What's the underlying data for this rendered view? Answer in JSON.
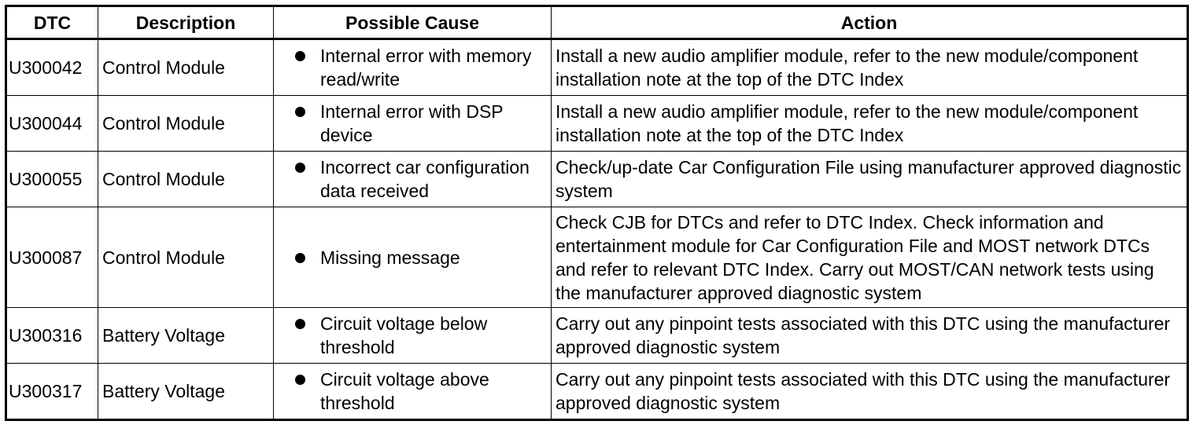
{
  "table": {
    "headers": [
      "DTC",
      "Description",
      "Possible Cause",
      "Action"
    ],
    "rows": [
      {
        "dtc": "U300042",
        "description": "Control Module",
        "cause": "Internal error with memory read/write",
        "action": "Install a new audio amplifier module, refer to the new module/component installation note at the top of the DTC Index"
      },
      {
        "dtc": "U300044",
        "description": "Control Module",
        "cause": "Internal error with DSP device",
        "action": "Install a new audio amplifier module, refer to the new module/component installation note at the top of the DTC Index"
      },
      {
        "dtc": "U300055",
        "description": "Control Module",
        "cause": "Incorrect car configuration data received",
        "action": "Check/up-date Car Configuration File using manufacturer approved diagnostic system"
      },
      {
        "dtc": "U300087",
        "description": "Control Module",
        "cause": "Missing message",
        "action": "Check CJB for DTCs and refer to DTC Index. Check information and entertainment module for Car Configuration File and MOST network DTCs and refer to relevant DTC Index. Carry out MOST/CAN network tests using the manufacturer approved diagnostic system"
      },
      {
        "dtc": "U300316",
        "description": "Battery Voltage",
        "cause": "Circuit voltage below threshold",
        "action": "Carry out any pinpoint tests associated with this DTC using the manufacturer approved diagnostic system"
      },
      {
        "dtc": "U300317",
        "description": "Battery Voltage",
        "cause": "Circuit voltage above threshold",
        "action": "Carry out any pinpoint tests associated with this DTC using the manufacturer approved diagnostic system"
      }
    ]
  }
}
